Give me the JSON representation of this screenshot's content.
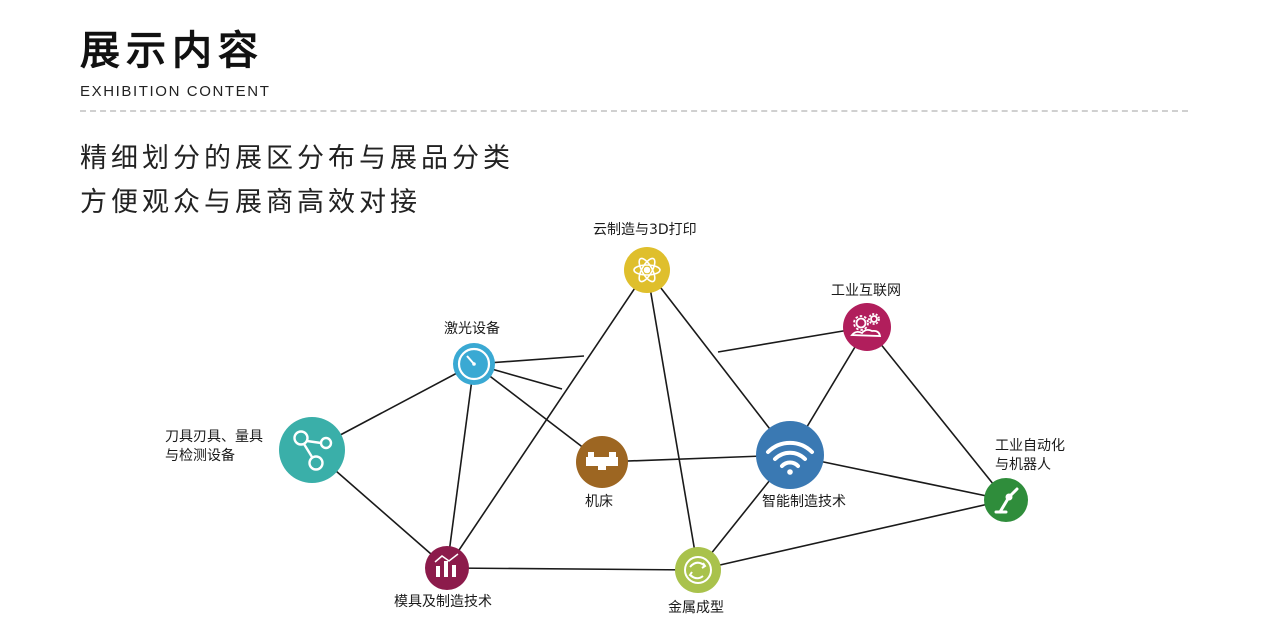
{
  "header": {
    "title_cn": "展示内容",
    "title_en": "EXHIBITION CONTENT"
  },
  "subtitle": {
    "line1": "精细划分的展区分布与展品分类",
    "line2": "方便观众与展商高效对接"
  },
  "nodes": {
    "cloud3d": {
      "label": "云制造与3D打印",
      "color": "#dfbf2c",
      "icon": "atom-icon"
    },
    "laser": {
      "label": "激光设备",
      "color": "#3aa9d3",
      "icon": "gauge-icon"
    },
    "iiot": {
      "label": "工业互联网",
      "color": "#b11e5c",
      "icon": "gears-cloud-icon"
    },
    "tools": {
      "label_line1": "刀具刃具、量具",
      "label_line2": "与检测设备",
      "color": "#3aafa9",
      "icon": "molecule-icon"
    },
    "machine": {
      "label": "机床",
      "color": "#9d6622",
      "icon": "machine-tool-icon"
    },
    "smart": {
      "label": "智能制造技术",
      "color": "#3a79b3",
      "icon": "wifi-icon"
    },
    "automation": {
      "label_line1": "工业自动化",
      "label_line2": "与机器人",
      "color": "#2f8d3b",
      "icon": "robot-arm-icon"
    },
    "mold": {
      "label": "模具及制造技术",
      "color": "#8c1b4b",
      "icon": "bar-chart-icon"
    },
    "metal": {
      "label": "金属成型",
      "color": "#a9c24c",
      "icon": "recycle-icon"
    }
  }
}
